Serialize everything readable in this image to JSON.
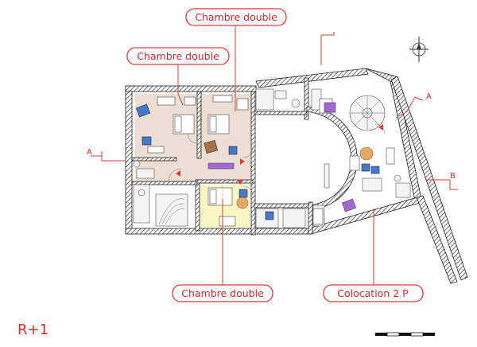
{
  "labels": {
    "room_top_right": "Chambre double",
    "room_top_left": "Chambre double",
    "room_bottom": "Chambre double",
    "colocation": "Colocation 2 P"
  },
  "sections": {
    "a_left": "A",
    "a_right": "A",
    "b_right": "B"
  },
  "level": "R+1",
  "colors": {
    "accent_red": "#e23b3b",
    "floor_wood": "#eadfd2",
    "floor_yellow": "#fbf7c4",
    "wall_hatch": "#333333",
    "chair_blue": "#4a78c8",
    "chair_purple": "#a06ad0",
    "table_orange": "#e6a866",
    "armchair_brown": "#a5724a"
  }
}
